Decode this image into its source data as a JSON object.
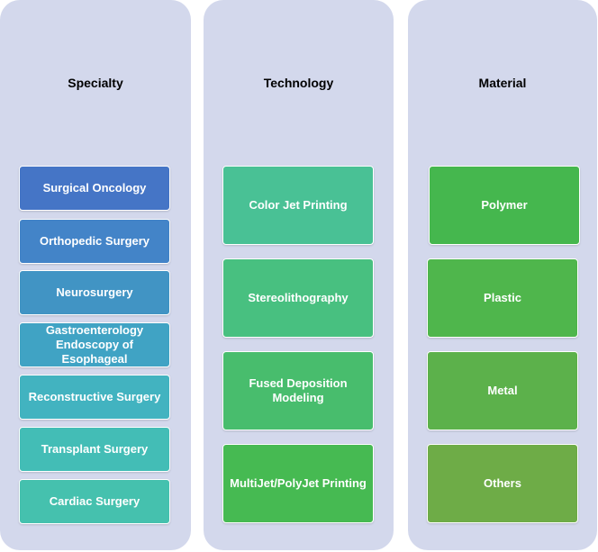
{
  "specialty": {
    "title": "Specialty",
    "items": [
      {
        "label": "Surgical Oncology",
        "color": "#4575c6"
      },
      {
        "label": "Orthopedic Surgery",
        "color": "#4384c8"
      },
      {
        "label": "Neurosurgery",
        "color": "#4194c4"
      },
      {
        "label": "Gastroenterology Endoscopy of Esophageal",
        "color": "#40a3c4"
      },
      {
        "label": "Reconstructive Surgery",
        "color": "#42b3c0"
      },
      {
        "label": "Transplant Surgery",
        "color": "#43bdb6"
      },
      {
        "label": "Cardiac Surgery",
        "color": "#45c1ae"
      }
    ]
  },
  "technology": {
    "title": "Technology",
    "items": [
      {
        "label": "Color Jet Printing",
        "color": "#49c195"
      },
      {
        "label": "Stereolithography",
        "color": "#48c080"
      },
      {
        "label": "Fused Deposition Modeling",
        "color": "#48bd6d"
      },
      {
        "label": "MultiJet/PolyJet Printing",
        "color": "#46ba52"
      }
    ]
  },
  "material": {
    "title": "Material",
    "items": [
      {
        "label": "Polymer",
        "color": "#45b74e"
      },
      {
        "label": "Plastic",
        "color": "#4fb64c"
      },
      {
        "label": "Metal",
        "color": "#5cb14b"
      },
      {
        "label": "Others",
        "color": "#6eac47"
      }
    ]
  }
}
